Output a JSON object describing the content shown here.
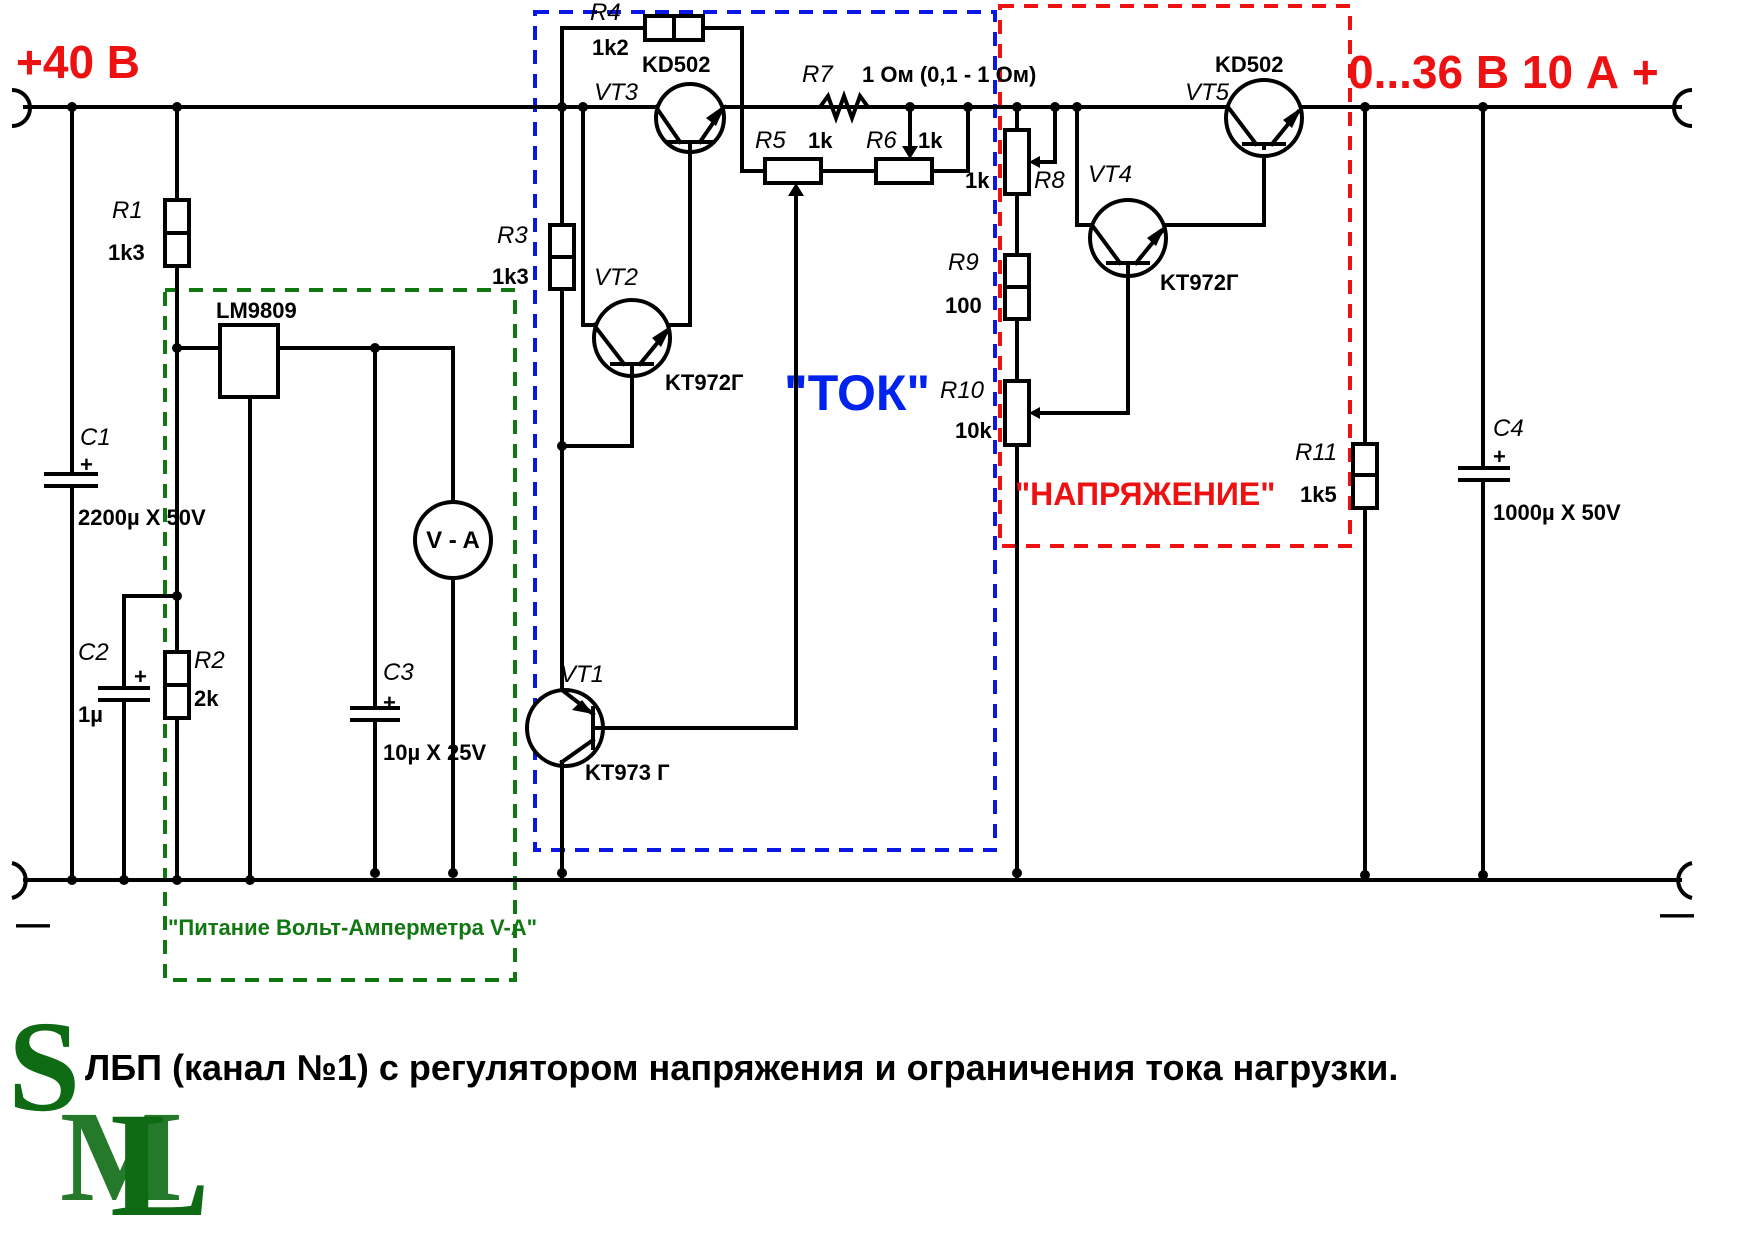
{
  "title": "ЛБП (канал №1) с регулятором напряжения и ограничения тока нагрузки.",
  "logo": {
    "letters": [
      "S",
      "M",
      "L"
    ]
  },
  "input": {
    "label": "+40 В",
    "minus": "—"
  },
  "output": {
    "label": "0...36 В  10 А +",
    "minus": "—"
  },
  "regions": {
    "current": {
      "label": "\"ТОК\"",
      "color": "#0a18e6"
    },
    "voltage": {
      "label": "\"НАПРЯЖЕНИЕ\"",
      "color": "#ee1111"
    },
    "meter_supply": {
      "label": "\"Питание Вольт-Амперметра V-A\"",
      "color": "#117711"
    }
  },
  "components": {
    "R1": {
      "ref": "R1",
      "value": "1k3"
    },
    "R2": {
      "ref": "R2",
      "value": "2k"
    },
    "R3": {
      "ref": "R3",
      "value": "1k3"
    },
    "R4": {
      "ref": "R4",
      "value": "1k2"
    },
    "R5": {
      "ref": "R5",
      "value": "1k"
    },
    "R6": {
      "ref": "R6",
      "value": "1k"
    },
    "R7": {
      "ref": "R7",
      "value": "1 Ом (0,1 - 1 Ом)"
    },
    "R8": {
      "ref": "R8",
      "value": "1k"
    },
    "R9": {
      "ref": "R9",
      "value": "100"
    },
    "R10": {
      "ref": "R10",
      "value": "10k"
    },
    "R11": {
      "ref": "R11",
      "value": "1k5"
    },
    "C1": {
      "ref": "C1",
      "value": "2200µ X 50V",
      "plus": "+"
    },
    "C2": {
      "ref": "C2",
      "value": "1µ",
      "plus": "+"
    },
    "C3": {
      "ref": "C3",
      "value": "10µ X 25V",
      "plus": "+"
    },
    "C4": {
      "ref": "C4",
      "value": "1000µ X 50V",
      "plus": "+"
    },
    "U1": {
      "ref": "LM9809"
    },
    "VA": {
      "label": "V - A"
    },
    "VT1": {
      "ref": "VT1",
      "part": "KT973 Г"
    },
    "VT2": {
      "ref": "VT2",
      "part": "KT972Г"
    },
    "VT3": {
      "ref": "VT3",
      "part": "KD502"
    },
    "VT4": {
      "ref": "VT4",
      "part": "KT972Г"
    },
    "VT5": {
      "ref": "VT5",
      "part": "KD502"
    }
  }
}
